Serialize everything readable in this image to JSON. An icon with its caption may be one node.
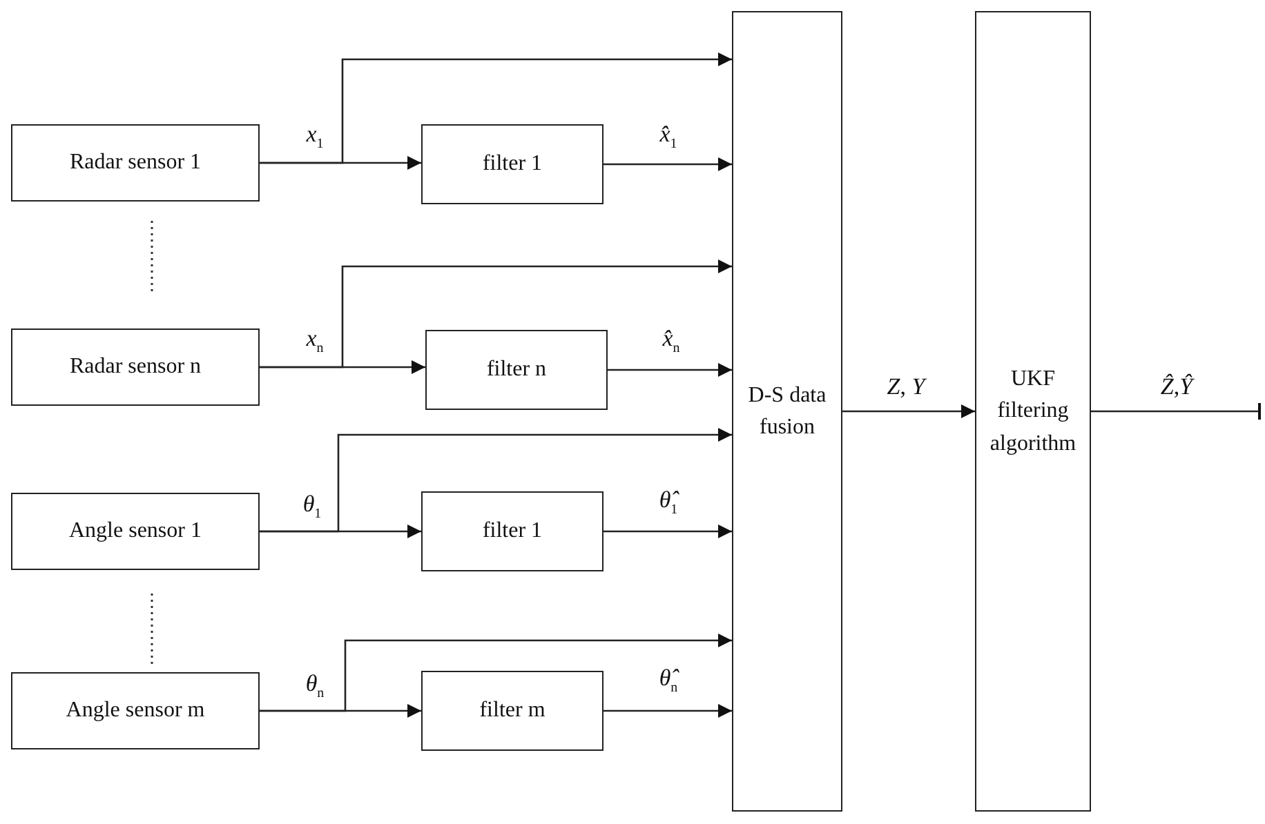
{
  "diagram": {
    "nodes": [
      {
        "text": [
          "Radar sensor 1"
        ]
      },
      {
        "text": [
          "Radar sensor n"
        ]
      },
      {
        "text": [
          "Angle sensor 1"
        ]
      },
      {
        "text": [
          "Angle sensor m"
        ]
      },
      {
        "text": [
          "filter 1"
        ]
      },
      {
        "text": [
          "filter n"
        ]
      },
      {
        "text": [
          "filter 1"
        ]
      },
      {
        "text": [
          "filter m"
        ]
      },
      {
        "text": [
          "D-S data fusion"
        ]
      },
      {
        "text": [
          "UKF filtering algorithm"
        ]
      }
    ],
    "edges": [
      {
        "from": 0,
        "to": 4,
        "arrow": "to",
        "label": "*x*$_{1}$"
      },
      {
        "from": 0,
        "to": 8,
        "arrow": "to"
      },
      {
        "from": 4,
        "to": 8,
        "arrow": "to",
        "label": "*x̂*$_{1}$"
      },
      {
        "from": 1,
        "to": 5,
        "arrow": "to",
        "label": "*x*$_{n}$"
      },
      {
        "from": 1,
        "to": 8,
        "arrow": "to"
      },
      {
        "from": 5,
        "to": 8,
        "arrow": "to",
        "label": "*x̂*$_{n}$"
      },
      {
        "from": 2,
        "to": 6,
        "arrow": "to",
        "label": "*θ*$_{1}$"
      },
      {
        "from": 2,
        "to": 8,
        "arrow": "to"
      },
      {
        "from": 6,
        "to": 8,
        "arrow": "to",
        "label": "*θ̂*$_{1}$"
      },
      {
        "from": 3,
        "to": 7,
        "arrow": "to",
        "label": "*θ*$_{n}$"
      },
      {
        "from": 3,
        "to": 8,
        "arrow": "to"
      },
      {
        "from": 7,
        "to": 8,
        "arrow": "to",
        "label": "*θ̂*$_{n}$"
      },
      {
        "from": 8,
        "to": 9,
        "arrow": "to",
        "label": "*Z*, *Y*"
      },
      {
        "from": 9,
        "to": null,
        "arrow": "other",
        "label": "*Ẑ*,*Ŷ*"
      }
    ]
  }
}
